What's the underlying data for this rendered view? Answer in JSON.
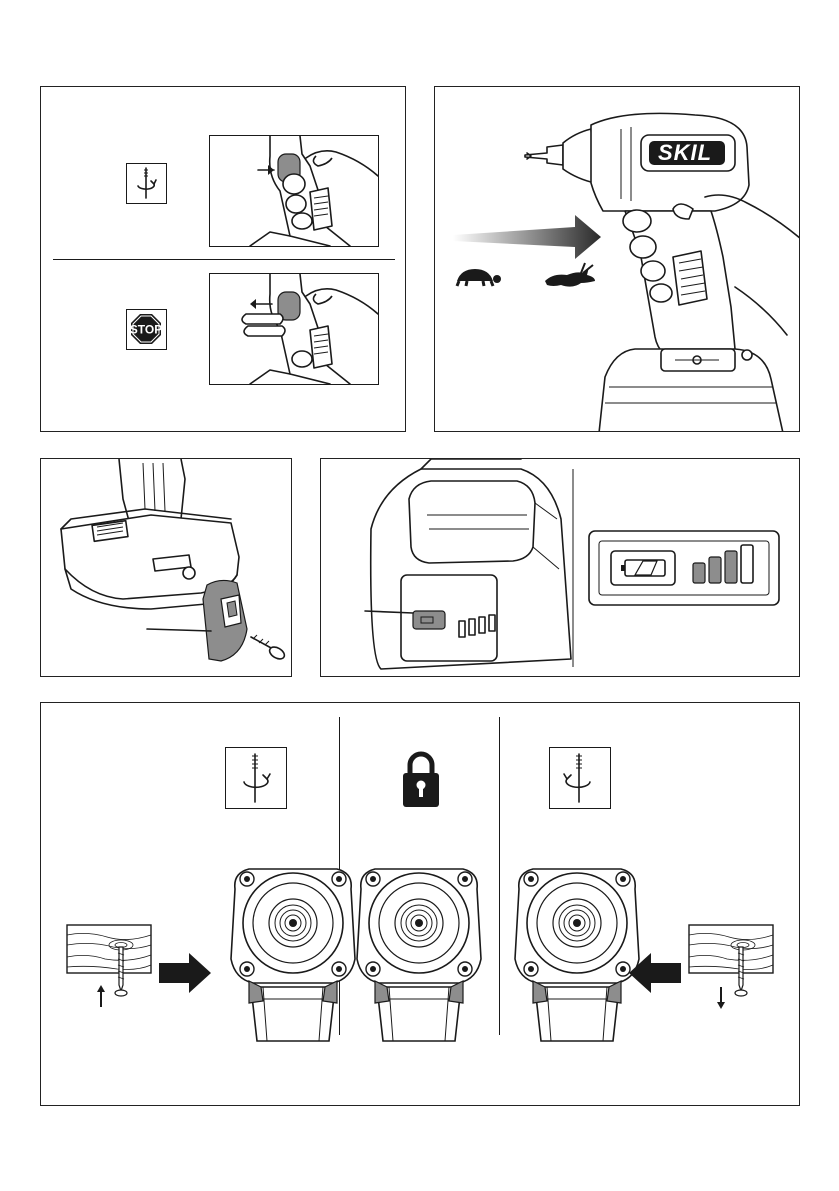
{
  "brand": {
    "logo_text": "SKIL"
  },
  "stop_sign": {
    "label": "STOP"
  },
  "icons": {
    "rotation_forward": "rotate-clockwise-icon",
    "rotation_reverse": "rotate-counterclockwise-icon",
    "stop": "stop-sign-icon",
    "lock": "padlock-icon",
    "slow": "turtle-icon",
    "fast": "hare-icon",
    "battery": "battery-icon"
  },
  "battery_indicator": {
    "bars": 4
  },
  "colors": {
    "ink": "#1a1a1a",
    "gray_fill": "#8d8d8d",
    "paper": "#ffffff"
  }
}
